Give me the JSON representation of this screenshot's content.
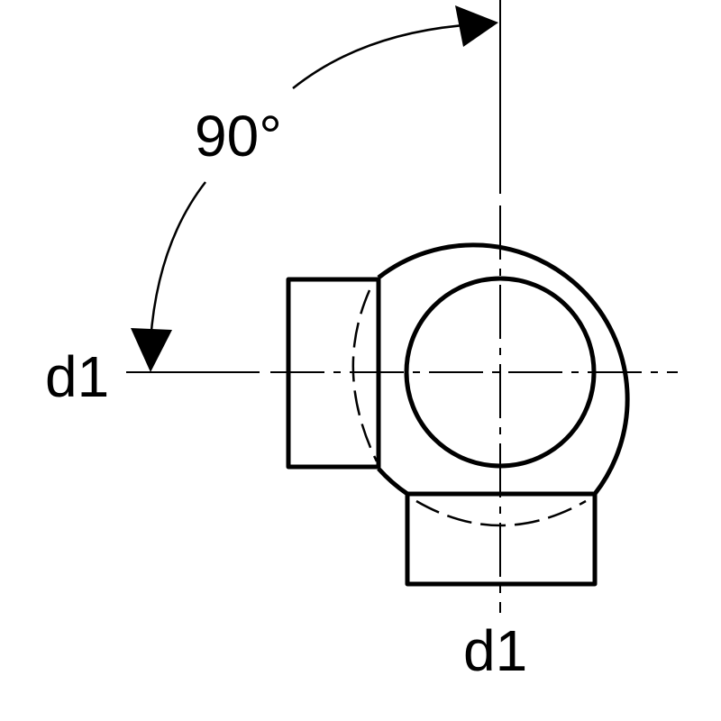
{
  "diagram": {
    "angle_label": "90°",
    "left_outlet_label": "d1",
    "bottom_outlet_label": "d1",
    "line_color": "#000000",
    "background_color": "#ffffff"
  }
}
